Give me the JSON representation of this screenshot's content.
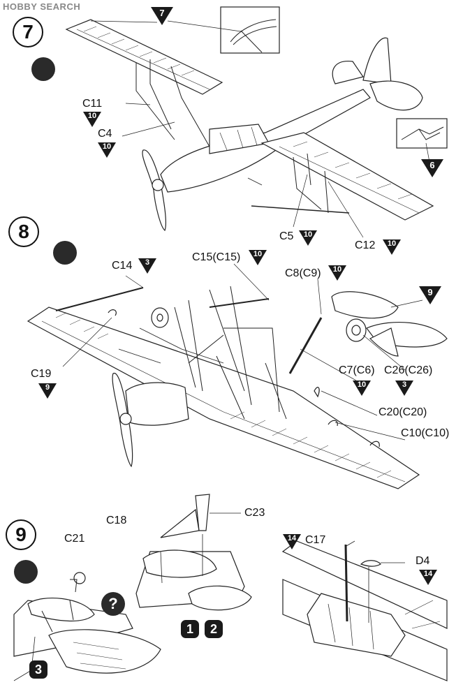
{
  "watermark": "HOBBY SEARCH",
  "steps": [
    {
      "number": "7",
      "parts": {
        "c11": "C11",
        "c4": "C4",
        "c5": "C5",
        "c12": "C12"
      },
      "markers": {
        "top": "7",
        "c11": "10",
        "c4": "10",
        "c5": "10",
        "c12": "10",
        "detail": "6"
      }
    },
    {
      "number": "8",
      "parts": {
        "c14": "C14",
        "c15": "C15(C15)",
        "c8": "C8(C9)",
        "c19": "C19",
        "c7": "C7(C6)",
        "c26": "C26(C26)",
        "c20": "C20(C20)",
        "c10": "C10(C10)"
      },
      "markers": {
        "c14": "3",
        "c15": "10",
        "c8": "10",
        "tail": "9",
        "c19": "9",
        "c7": "10",
        "c26": "3"
      }
    },
    {
      "number": "9",
      "parts": {
        "c21": "C21",
        "c18": "C18",
        "c23": "C23",
        "c17": "C17",
        "d4": "D4"
      },
      "markers": {
        "c17": "14",
        "d4": "14"
      },
      "options": {
        "a": "1",
        "b": "2",
        "c": "3"
      },
      "question": "?"
    }
  ],
  "colors": {
    "ink": "#1a1a1a",
    "paper": "#ffffff",
    "watermark": "#888888"
  }
}
